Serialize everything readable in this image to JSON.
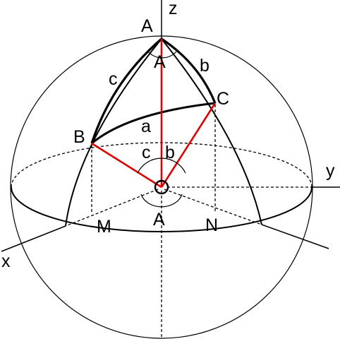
{
  "diagram": {
    "colors": {
      "stroke": "#000000",
      "radius": "#e00000",
      "background": "#ffffff"
    },
    "labels": {
      "vertex_a_top": "A",
      "angle_a_top": "A",
      "vertex_b": "B",
      "vertex_c": "C",
      "side_c": "c",
      "side_b": "b",
      "side_a": "a",
      "center_angle_c": "c",
      "center_angle_b": "b",
      "axis_x": "x",
      "axis_y": "y",
      "axis_z": "z",
      "point_m": "M",
      "point_n": "N",
      "angle_a_bottom": "A"
    }
  }
}
